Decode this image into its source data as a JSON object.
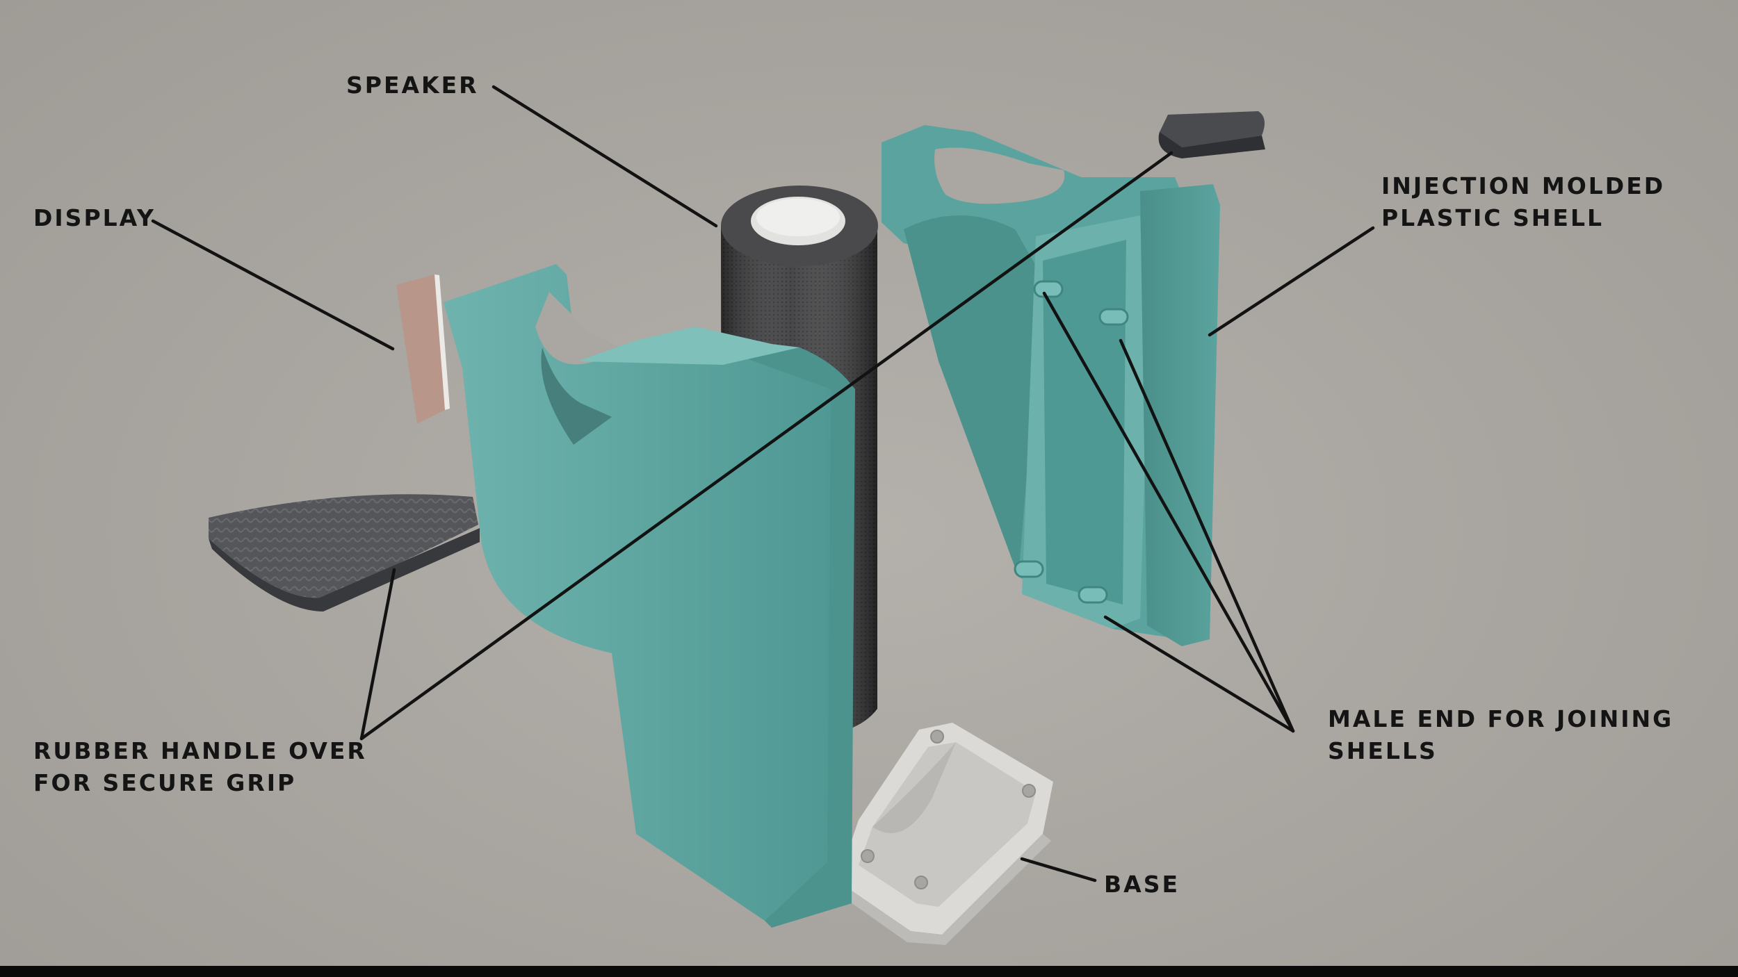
{
  "labels": {
    "speaker": "SPEAKER",
    "display": "DISPLAY",
    "shell": {
      "line1": "INJECTION MOLDED",
      "line2": "PLASTIC SHELL"
    },
    "rubber_handle": {
      "line1": "RUBBER HANDLE OVER",
      "line2": "FOR SECURE GRIP"
    },
    "male_end": {
      "line1": "MALE END FOR JOINING",
      "line2": "SHELLS"
    },
    "base": "BASE"
  },
  "colors": {
    "background": "#aaa6a1",
    "shell": "#5fa8a3",
    "speaker_mesh": "#3d3d3f",
    "rubber": "#4f5054",
    "display": "#b8978a",
    "base": "#dcdad6",
    "leader_line": "#121212"
  }
}
